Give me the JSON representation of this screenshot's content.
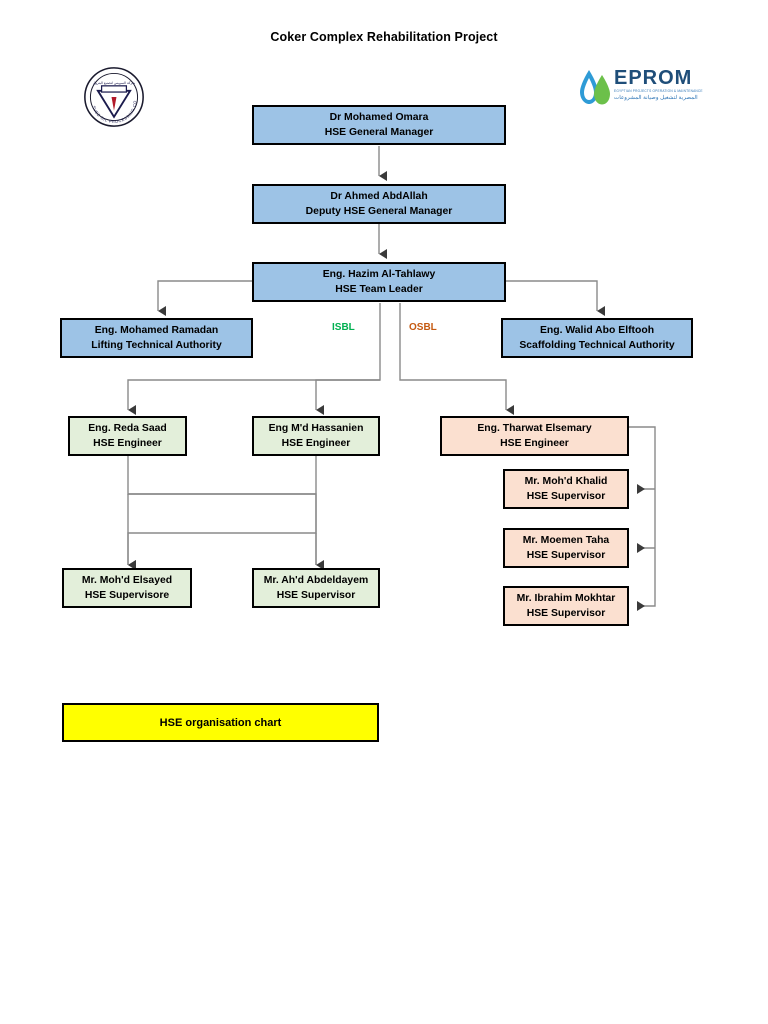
{
  "document": {
    "title": "Coker Complex Rehabilitation Project"
  },
  "logos": {
    "left": {
      "name": "suez-oil-processing-seal",
      "outer_text": "SUEZ OIL PROCESSING CO."
    },
    "right": {
      "name": "eprom-logo",
      "wordmark": "EPROM",
      "subtitle_en": "EGYPTIAN PROJECTS OPERATION & MAINTENANCE",
      "subtitle_ar": "المصرية لتشغيل وصيانة المشروعات"
    }
  },
  "legend": {
    "label": "HSE organisation chart",
    "color": "#FFFF00"
  },
  "branch_labels": [
    {
      "text": "ISBL",
      "color": "#00B050"
    },
    {
      "text": "OSBL",
      "color": "#C55A11"
    }
  ],
  "colors": {
    "blue": "#9DC3E6",
    "green": "#E3EFDA",
    "peach": "#FBE0D0",
    "yellow": "#FFFF00",
    "border": "#000000",
    "connector": "#808080"
  },
  "chart_data": {
    "type": "diagram",
    "title": "HSE organisation chart",
    "nodes": [
      {
        "id": "n1",
        "name": "Dr Mohamed Omara",
        "role": "HSE General Manager",
        "fill": "blue",
        "level": 1
      },
      {
        "id": "n2",
        "name": "Dr Ahmed AbdAllah",
        "role": "Deputy HSE General Manager",
        "fill": "blue",
        "level": 2
      },
      {
        "id": "n3",
        "name": "Eng. Hazim Al-Tahlawy",
        "role": "HSE Team Leader",
        "fill": "blue",
        "level": 3
      },
      {
        "id": "n4",
        "name": "Eng. Mohamed Ramadan",
        "role": "Lifting Technical Authority",
        "fill": "blue",
        "level": 4
      },
      {
        "id": "n5",
        "name": "Eng. Walid Abo Elftooh",
        "role": "Scaffolding Technical Authority",
        "fill": "blue",
        "level": 4
      },
      {
        "id": "n6",
        "name": "Eng. Reda Saad",
        "role": "HSE Engineer",
        "fill": "green",
        "level": 5
      },
      {
        "id": "n7",
        "name": "Eng M'd Hassanien",
        "role": "HSE Engineer",
        "fill": "green",
        "level": 5
      },
      {
        "id": "n8",
        "name": "Eng. Tharwat Elsemary",
        "role": "HSE Engineer",
        "fill": "peach",
        "level": 5
      },
      {
        "id": "n9",
        "name": "Mr. Moh'd Khalid",
        "role": "HSE Supervisor",
        "fill": "peach",
        "level": 6
      },
      {
        "id": "n10",
        "name": "Mr. Moemen Taha",
        "role": "HSE Supervisor",
        "fill": "peach",
        "level": 6
      },
      {
        "id": "n11",
        "name": "Mr. Ibrahim Mokhtar",
        "role": "HSE Supervisor",
        "fill": "peach",
        "level": 6
      },
      {
        "id": "n12",
        "name": "Mr. Moh'd Elsayed",
        "role": "HSE Supervisore",
        "fill": "green",
        "level": 6
      },
      {
        "id": "n13",
        "name": "Mr. Ah'd Abdeldayem",
        "role": "HSE Supervisor",
        "fill": "green",
        "level": 6
      }
    ],
    "edges": [
      {
        "from": "n1",
        "to": "n2"
      },
      {
        "from": "n2",
        "to": "n3"
      },
      {
        "from": "n3",
        "to": "n4"
      },
      {
        "from": "n3",
        "to": "n5"
      },
      {
        "from": "n3",
        "to": "n6",
        "branch": "ISBL"
      },
      {
        "from": "n3",
        "to": "n7",
        "branch": "ISBL"
      },
      {
        "from": "n3",
        "to": "n8",
        "branch": "OSBL"
      },
      {
        "from": "n6",
        "to": "n13"
      },
      {
        "from": "n7",
        "to": "n12"
      },
      {
        "from": "n8",
        "to": "n9"
      },
      {
        "from": "n8",
        "to": "n10"
      },
      {
        "from": "n8",
        "to": "n11"
      }
    ]
  }
}
